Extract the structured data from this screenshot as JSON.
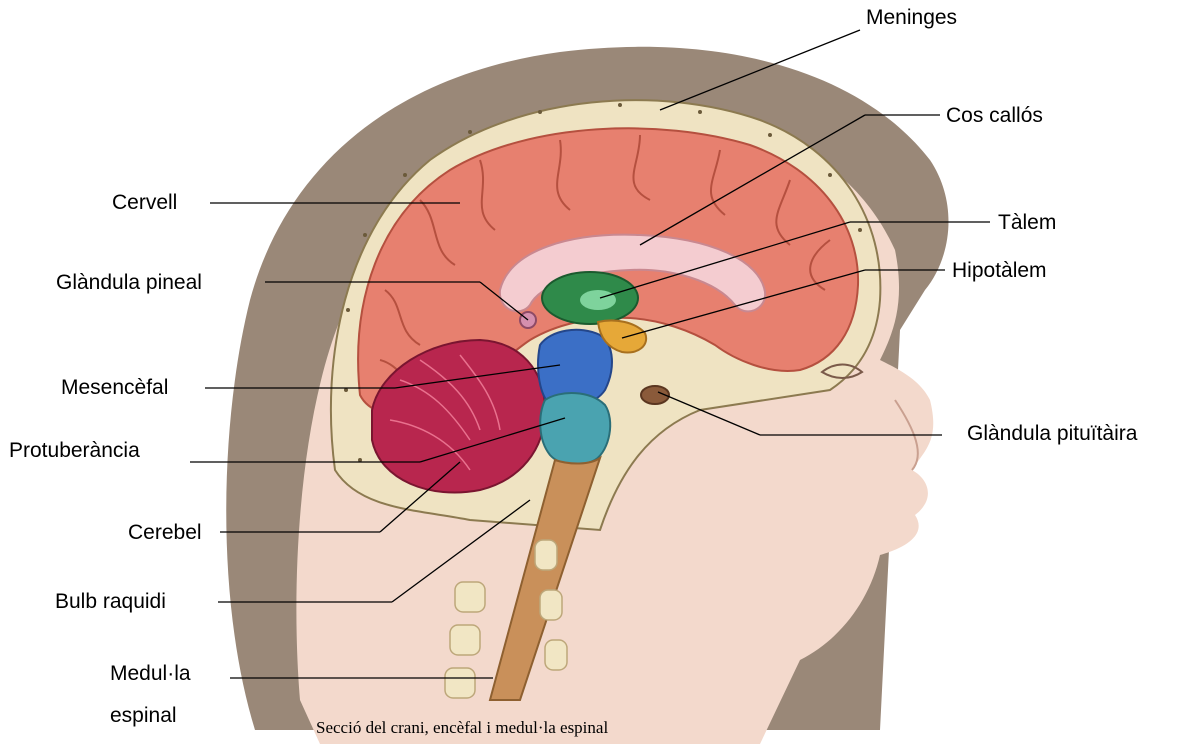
{
  "labels": {
    "meninges": "Meninges",
    "cos_callos": "Cos callós",
    "cervell": "Cervell",
    "talem": "Tàlem",
    "hipotalem": "Hipotàlem",
    "glandula_pineal": "Glàndula pineal",
    "mesencefal": "Mesencèfal",
    "glandula_pituitaria": "Glàndula pituïtàira",
    "protuberancia": "Protuberància",
    "cerebel": "Cerebel",
    "bulb_raquidi": "Bulb raquidi",
    "medul_la_line1": "Medul·la",
    "medul_la_line2": "espinal"
  },
  "caption": "Secció del crani, encèfal i medul·la espinal",
  "colors": {
    "hair": "#9a8878",
    "skin": "#f3d9cc",
    "skull": "#efe3c2",
    "brain": "#e7806f",
    "corpus_callosum": "#f4ccd0",
    "thalamus": "#2f8a4a",
    "hypothalamus": "#e6a838",
    "midbrain": "#3b6fc6",
    "pons": "#4aa3b0",
    "cerebellum": "#b8264e",
    "spinal_cord": "#c9905a",
    "pituitary": "#8a5a3a",
    "leader_line": "#000000"
  }
}
